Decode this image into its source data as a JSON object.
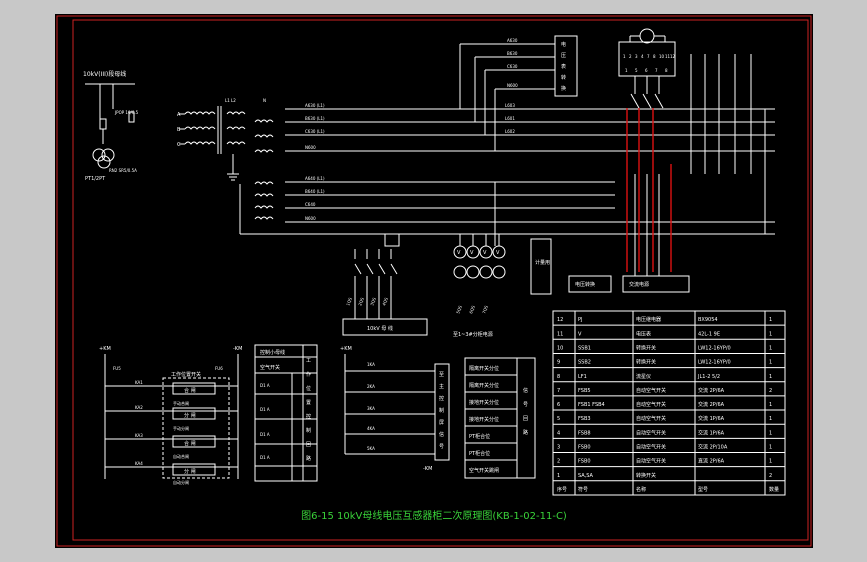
{
  "colors": {
    "sheet_bg": "#000000",
    "outer_bg": "#c8c8c8",
    "frame": "#cc2222",
    "line": "#ffffff",
    "caption": "#39d239",
    "highlight": "#dd1111"
  },
  "caption": "图6-15  10kV母线电压互感器柜二次原理图(KB-1-02-11-C)",
  "primary": {
    "bus_label": "10kV(III)段母线",
    "pt_label": "PT1/2PT",
    "fuse_label": "RN2 SR5/0.5A",
    "spd_label": "JPOP 10/0.5"
  },
  "phase_labels": [
    "A",
    "B",
    "C"
  ],
  "ct_block_labels": [
    "L1 L2",
    "N"
  ],
  "bus_labels": [
    "A630 (L1)",
    "B630 (L1)",
    "C630 (L1)",
    "N600",
    "A640 (L1)",
    "B640 (L1)",
    "C640",
    "N600",
    "L603",
    "L601",
    "L602"
  ],
  "top_right_labels": [
    "A630",
    "B630",
    "C630",
    "N600"
  ],
  "voltmeter_box": [
    "电",
    "压",
    "表",
    "转",
    "换"
  ],
  "relay_top_terminals": [
    "1",
    "2",
    "3",
    "4",
    "7",
    "8",
    "10",
    "11",
    "12"
  ],
  "relay_terminals_bottom": [
    "1",
    "5",
    "6",
    "7",
    "8"
  ],
  "meter_labels": [
    "V",
    "V",
    "V",
    "V"
  ],
  "meter_caption": "至1~3#分柜电源",
  "lv_block_label": "10kV 母 线",
  "switch_labels": [
    "1QS",
    "2QS",
    "3QS",
    "4QS",
    "5QS",
    "6QS",
    "7QS"
  ],
  "small_box_labels": [
    "电压转换",
    "交流电源"
  ],
  "right_bottom_label": "计量用",
  "control_left": {
    "labels": [
      "+KM",
      "-KM",
      "FU5",
      "FU6",
      "KA1",
      "KA2",
      "KA3",
      "KA4"
    ],
    "box_title": "工作位置开关",
    "boxes": [
      "合 闸",
      "分 闸",
      "合 闸",
      "分 闸"
    ],
    "rows": [
      "手动合闸",
      "手动分闸",
      "自动合闸",
      "自动分闸"
    ]
  },
  "control_mid": {
    "title": "控制小母线",
    "rows": [
      "空气开关",
      "D1 A",
      "D1 A",
      "D1 A",
      "D1 A"
    ],
    "vertical_text": [
      "工",
      "作",
      "位",
      "置",
      "控",
      "制",
      "回",
      "路"
    ]
  },
  "control_right": {
    "labels": [
      "+KM",
      "-KM",
      "1KA",
      "2KA",
      "3KA",
      "4KA",
      "5KA"
    ],
    "box_text": [
      "至",
      "主",
      "控",
      "制",
      "屏",
      "信",
      "号"
    ],
    "list": [
      "隔离开关分位",
      "隔离开关分位",
      "接地开关分位",
      "接地开关分位",
      "PT柜合位",
      "PT柜合位",
      "空气开关跳闸"
    ],
    "side_text": [
      "信",
      "号",
      "回",
      "路"
    ]
  },
  "table": {
    "columns": [
      "序号",
      "符号",
      "名称",
      "型号",
      "数量"
    ],
    "rows": [
      [
        "12",
        "PJ",
        "电压继电器",
        "BX9054",
        "1"
      ],
      [
        "11",
        "V",
        "电压表",
        "42L-1 9E",
        "1"
      ],
      [
        "10",
        "SSB1",
        "转换开关",
        "LW12-16YP/0",
        "1"
      ],
      [
        "9",
        "SSB2",
        "转换开关",
        "LW12-16YP/0",
        "1"
      ],
      [
        "8",
        "LF1",
        "流星仪",
        "JL1-2 5/2",
        "1"
      ],
      [
        "7",
        "FSB5",
        "自动空气开关",
        "交流 2P/6A",
        "2"
      ],
      [
        "6",
        "FSB1 FSB4",
        "自动空气开关",
        "交流 2P/6A",
        "1"
      ],
      [
        "5",
        "FSB3",
        "自动空气开关",
        "交流 1P/6A",
        "1"
      ],
      [
        "4",
        "FSB8",
        "自动空气开关",
        "交流 1P/6A",
        "1"
      ],
      [
        "3",
        "FSB0",
        "自动空气开关",
        "交流 2P/10A",
        "1"
      ],
      [
        "2",
        "FSB0",
        "自动空气开关",
        "直流 2P/6A",
        "1"
      ],
      [
        "1",
        "SA,SA",
        "转换开关",
        "",
        "2"
      ]
    ]
  }
}
